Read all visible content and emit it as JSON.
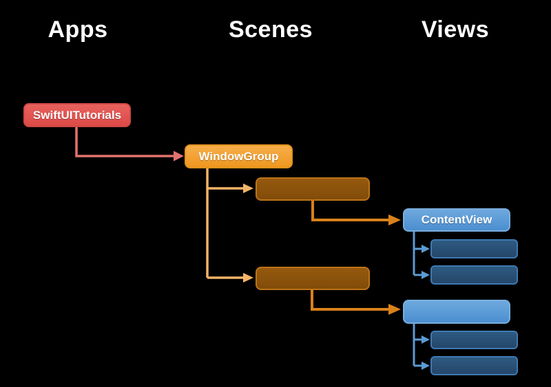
{
  "diagram": {
    "columns": [
      "Apps",
      "Scenes",
      "Views"
    ],
    "nodes": {
      "app_root": {
        "label": "SwiftUITutorials"
      },
      "scene_root": {
        "label": "WindowGroup"
      },
      "scene_item_1": {
        "label": ""
      },
      "scene_item_2": {
        "label": ""
      },
      "view_root_1": {
        "label": "ContentView"
      },
      "view_child_1a": {
        "label": ""
      },
      "view_child_1b": {
        "label": ""
      },
      "view_root_2": {
        "label": ""
      },
      "view_child_2a": {
        "label": ""
      },
      "view_child_2b": {
        "label": ""
      }
    },
    "colors": {
      "background": "#000000",
      "heading_text": "#ffffff",
      "node_text": "#ffffff",
      "app_node_fill": "#e05350",
      "app_node_border": "#d14743",
      "app_connector": "#e2726e",
      "scene_root_fill": "#f3a337",
      "scene_root_border": "#e0921f",
      "scene_item_fill": "#8e540e",
      "scene_item_border": "#bd7417",
      "scene_connector_light": "#f3b469",
      "scene_connector_dark": "#d9821b",
      "view_root_fill": "#5b9bd5",
      "view_root_border": "#79aede",
      "view_child_fill": "#2b5278",
      "view_child_border": "#3e7ab3",
      "view_connector": "#5b9bd5"
    }
  }
}
